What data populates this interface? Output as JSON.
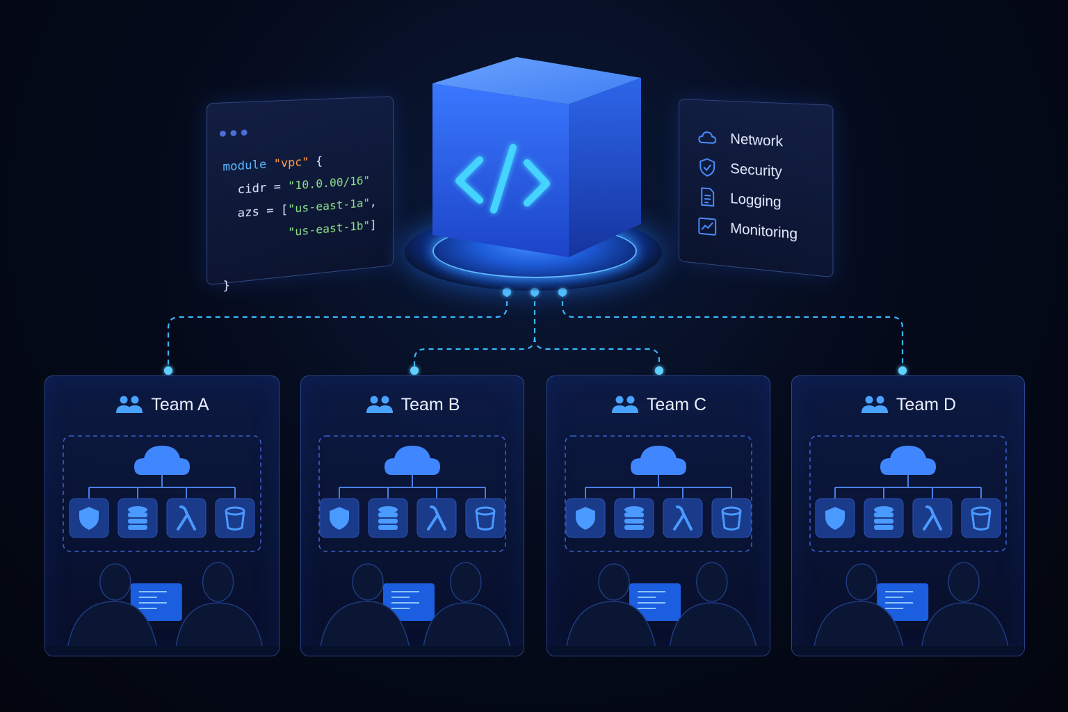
{
  "code_panel": {
    "lines": [
      {
        "parts": [
          {
            "t": "module ",
            "c": "kw"
          },
          {
            "t": "\"vpc\"",
            "c": "strorange"
          },
          {
            "t": " {",
            "c": ""
          }
        ]
      },
      {
        "parts": [
          {
            "t": "  cidr = ",
            "c": ""
          },
          {
            "t": "\"10.0.00/16\"",
            "c": "str"
          }
        ]
      },
      {
        "parts": [
          {
            "t": "  azs = [",
            "c": ""
          },
          {
            "t": "\"us-east-1a\"",
            "c": "str"
          },
          {
            "t": ",",
            "c": ""
          }
        ]
      },
      {
        "parts": [
          {
            "t": "         ",
            "c": ""
          },
          {
            "t": "\"us-east-1b\"",
            "c": "str"
          },
          {
            "t": "]",
            "c": ""
          }
        ]
      },
      {
        "parts": [
          {
            "t": "",
            "c": ""
          }
        ]
      },
      {
        "parts": [
          {
            "t": "}",
            "c": ""
          }
        ]
      }
    ]
  },
  "features": [
    {
      "label": "Network",
      "icon": "cloud-icon"
    },
    {
      "label": "Security",
      "icon": "shield-icon"
    },
    {
      "label": "Logging",
      "icon": "document-icon"
    },
    {
      "label": "Monitoring",
      "icon": "chart-icon"
    }
  ],
  "teams": [
    {
      "name": "Team A"
    },
    {
      "name": "Team B"
    },
    {
      "name": "Team C"
    },
    {
      "name": "Team D"
    }
  ],
  "colors": {
    "accent": "#3aa8ff",
    "cube": "#2a62e6",
    "connector": "#3ab8ff",
    "icon_tile": "#1a3a8a"
  }
}
